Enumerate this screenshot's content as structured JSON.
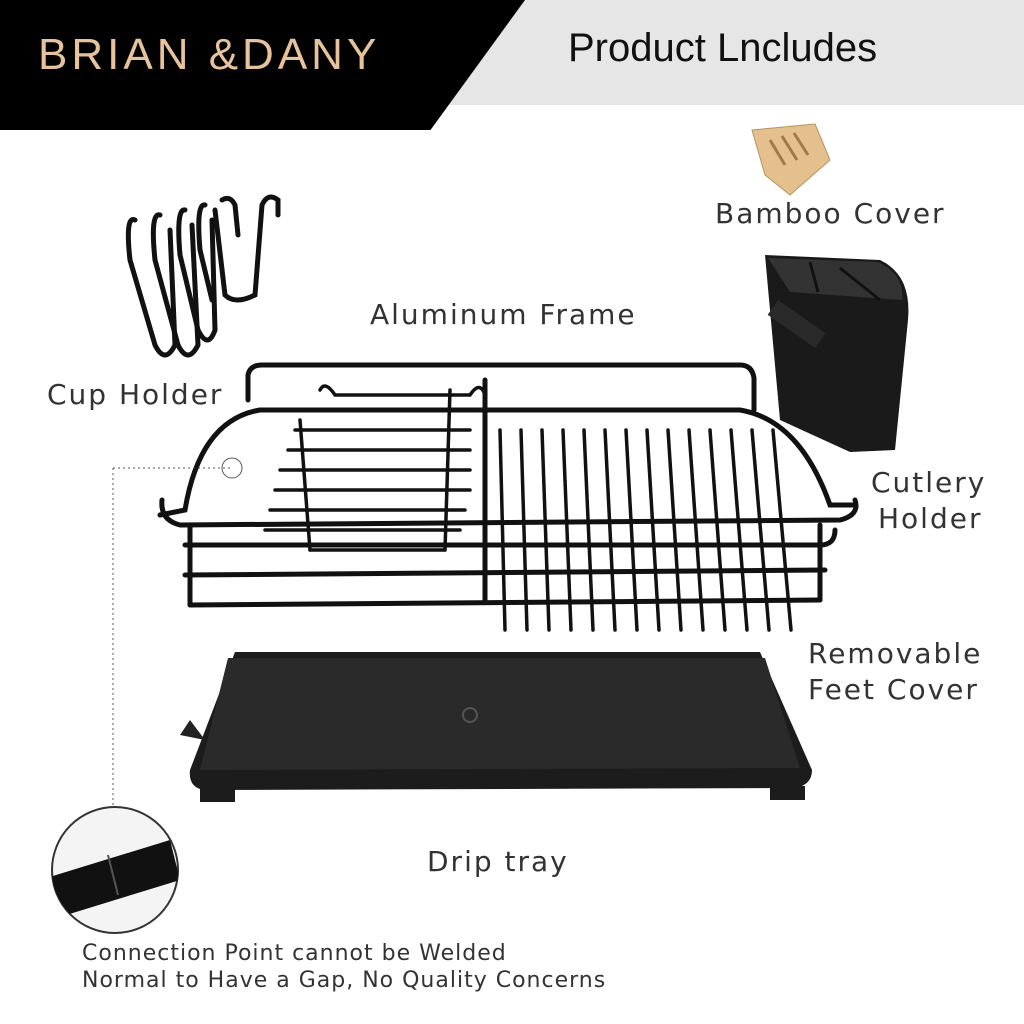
{
  "header": {
    "brand": "BRIAN &DANY",
    "title": "Product Lncludes"
  },
  "labels": {
    "bamboo_cover": "Bamboo Cover",
    "aluminum_frame": "Aluminum Frame",
    "cup_holder": "Cup Holder",
    "cutlery_holder_1": "Cutlery",
    "cutlery_holder_2": "Holder",
    "feet_cover_1": "Removable",
    "feet_cover_2": "Feet Cover",
    "drip_tray": "Drip tray"
  },
  "note": {
    "line1": "Connection Point cannot be Welded",
    "line2": "Normal to Have a Gap, No Quality Concerns"
  },
  "colors": {
    "brand": "#e8c29a",
    "header_bg": "#000000",
    "band": "#e6e6e6"
  }
}
